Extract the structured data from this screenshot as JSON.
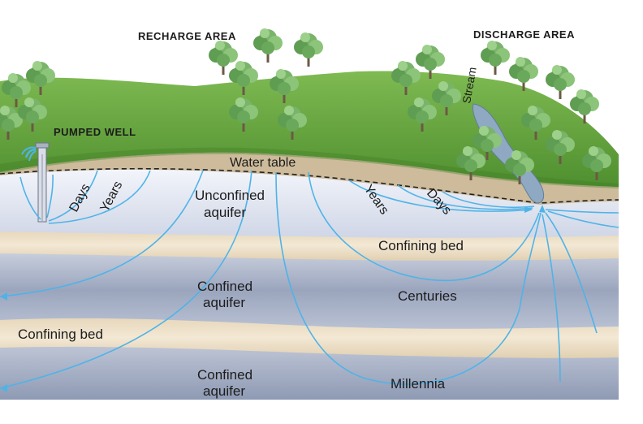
{
  "labels": {
    "recharge_area": "RECHARGE AREA",
    "discharge_area": "DISCHARGE AREA",
    "pumped_well": "PUMPED WELL",
    "stream": "Stream",
    "water_table": "Water table",
    "unconfined_aquifer_line1": "Unconfined",
    "unconfined_aquifer_line2": "aquifer",
    "confining_bed_upper": "Confining bed",
    "confined_aquifer_upper_line1": "Confined",
    "confined_aquifer_upper_line2": "aquifer",
    "confining_bed_lower": "Confining bed",
    "confined_aquifer_lower_line1": "Confined",
    "confined_aquifer_lower_line2": "aquifer"
  },
  "flow_times": {
    "well_days": "Days",
    "well_years": "Years",
    "stream_years": "Years",
    "stream_days": "Days",
    "centuries": "Centuries",
    "millennia": "Millennia"
  },
  "colors": {
    "land": "#6fae45",
    "land_dark": "#4e8f2e",
    "soil": "#c9b89d",
    "unconfined_aquifer": "#e6eaf4",
    "confining_bed": "#efe2cb",
    "confined_aquifer": "#a9b3c9",
    "stream": "#8ea8c0",
    "flow_lines": "#4fb3e8"
  },
  "icons": {
    "trees": "tree-icon",
    "well": "well-icon",
    "well_water": "water-spout-icon"
  }
}
